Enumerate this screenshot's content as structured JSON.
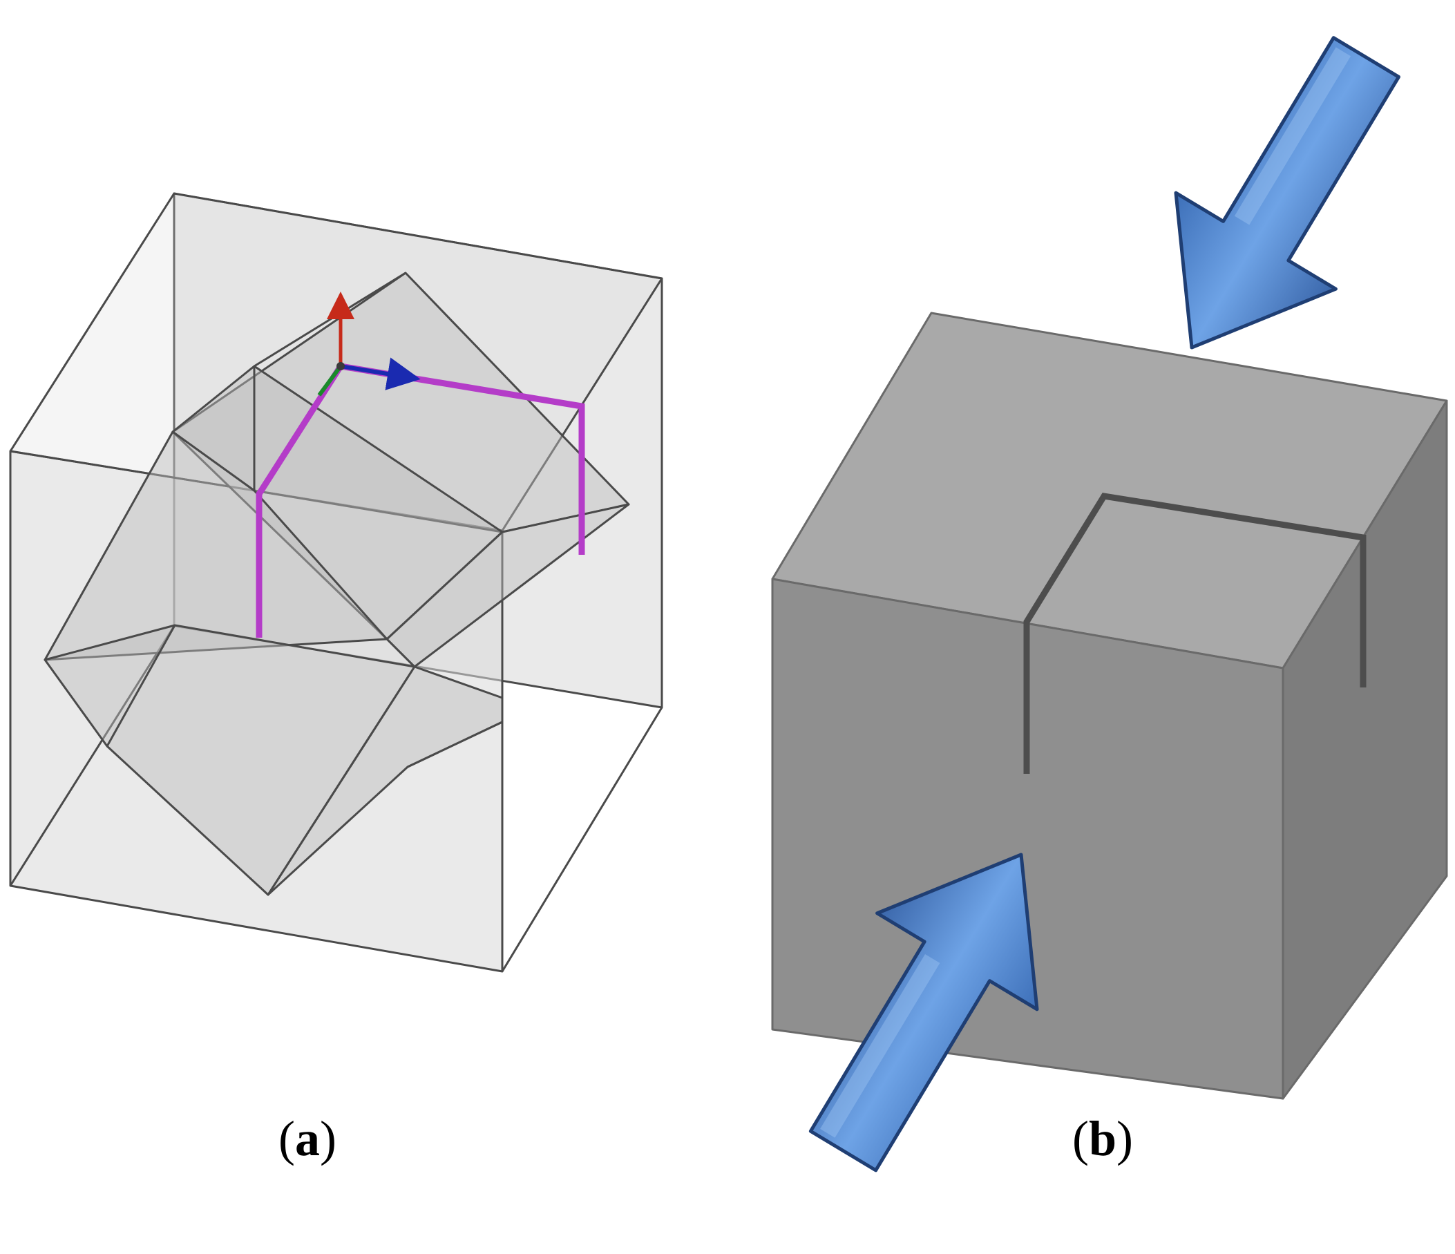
{
  "panels": [
    {
      "id": "a",
      "caption_letter": "a"
    },
    {
      "id": "b",
      "caption_letter": "b"
    }
  ],
  "colors": {
    "background": "#ffffff",
    "wireframe_stroke": "#4a4a4a",
    "translucent_fill": "#d2d2d2",
    "inner_fill": "#b8b8b8",
    "crack_path": "#b43cc8",
    "axis_x": "#1a2ab0",
    "axis_z": "#c62a1a",
    "axis_y": "#1a8a2a",
    "solid_top": "#a9a9a9",
    "solid_front": "#8f8f8f",
    "solid_side": "#7d7d7d",
    "slit": "#4d4d4d",
    "arrow_fill": "#5a8fd4",
    "arrow_edge": "#1f3e73"
  },
  "icons": [
    "axis-triad-icon",
    "load-arrow-icon"
  ]
}
